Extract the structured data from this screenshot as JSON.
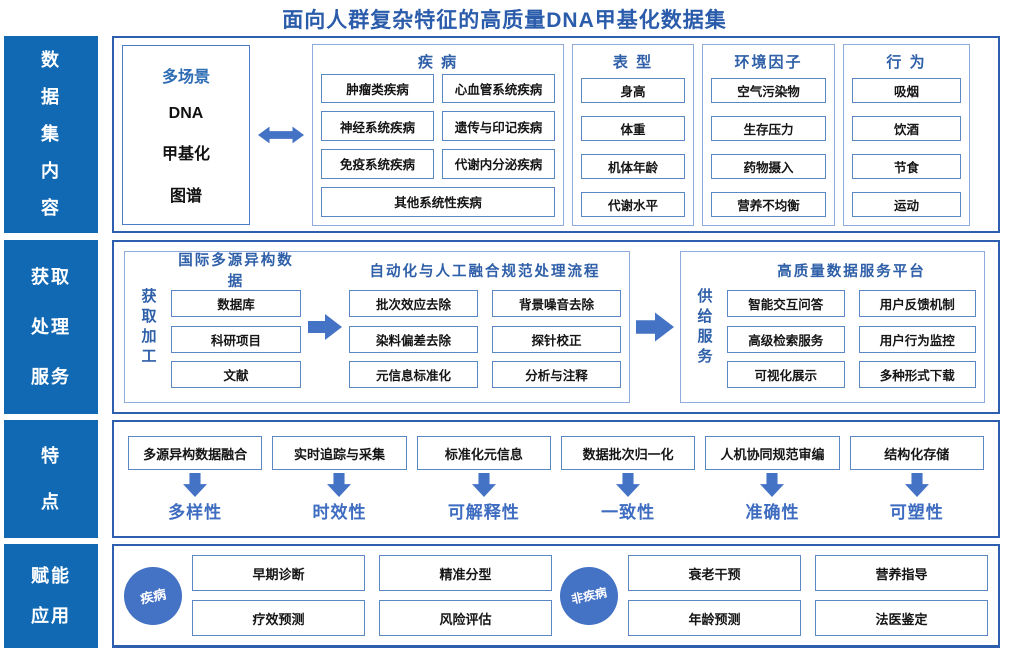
{
  "title": "面向人群复杂特征的高质量DNA甲基化数据集",
  "colors": {
    "sidebar_blue": "#1169b4",
    "panel_border": "#2e5fae",
    "arrow_blue": "#4472c4",
    "header_text": "#2e5fa8",
    "feature_label": "#3e6cc0",
    "item_border": "#5b87c5"
  },
  "sidebar": {
    "sections": [
      {
        "label": "数\n据\n集\n内\n容"
      },
      {
        "label": "获取\n处理\n服务"
      },
      {
        "label": "特\n点"
      },
      {
        "label": "赋能\n应用"
      }
    ]
  },
  "section1": {
    "scenario": {
      "header": "多场景",
      "lines": [
        "DNA",
        "甲基化",
        "图谱"
      ]
    },
    "groups": [
      {
        "title": "疾 病",
        "items": [
          "肿瘤类疾病",
          "心血管系统疾病",
          "神经系统疾病",
          "遗传与印记疾病",
          "免疫系统疾病",
          "代谢内分泌疾病",
          "其他系统性疾病"
        ]
      },
      {
        "title": "表 型",
        "items": [
          "身高",
          "体重",
          "机体年龄",
          "代谢水平"
        ]
      },
      {
        "title": "环境因子",
        "items": [
          "空气污染物",
          "生存压力",
          "药物摄入",
          "营养不均衡"
        ]
      },
      {
        "title": "行 为",
        "items": [
          "吸烟",
          "饮酒",
          "节食",
          "运动"
        ]
      }
    ]
  },
  "section2": {
    "acquisition_label": "获\n取\n加\n工",
    "source_group": {
      "title": "国际多源异构数据",
      "items": [
        "数据库",
        "科研项目",
        "文献"
      ]
    },
    "process_group": {
      "title": "自动化与人工融合规范处理流程",
      "col1": [
        "批次效应去除",
        "染料偏差去除",
        "元信息标准化"
      ],
      "col2": [
        "背景噪音去除",
        "探针校正",
        "分析与注释"
      ]
    },
    "supply_label": "供\n给\n服\n务",
    "platform_group": {
      "title": "高质量数据服务平台",
      "col1": [
        "智能交互问答",
        "高级检索服务",
        "可视化展示"
      ],
      "col2": [
        "用户反馈机制",
        "用户行为监控",
        "多种形式下载"
      ]
    }
  },
  "section3": {
    "features": [
      {
        "box": "多源异构数据融合",
        "label": "多样性"
      },
      {
        "box": "实时追踪与采集",
        "label": "时效性"
      },
      {
        "box": "标准化元信息",
        "label": "可解释性"
      },
      {
        "box": "数据批次归一化",
        "label": "一致性"
      },
      {
        "box": "人机协同规范审编",
        "label": "准确性"
      },
      {
        "box": "结构化存储",
        "label": "可塑性"
      }
    ]
  },
  "section4": {
    "groups": [
      {
        "circle": "疾病",
        "items": [
          "早期诊断",
          "精准分型",
          "疗效预测",
          "风险评估"
        ]
      },
      {
        "circle": "非疾病",
        "items": [
          "衰老干预",
          "营养指导",
          "年龄预测",
          "法医鉴定"
        ]
      }
    ]
  }
}
